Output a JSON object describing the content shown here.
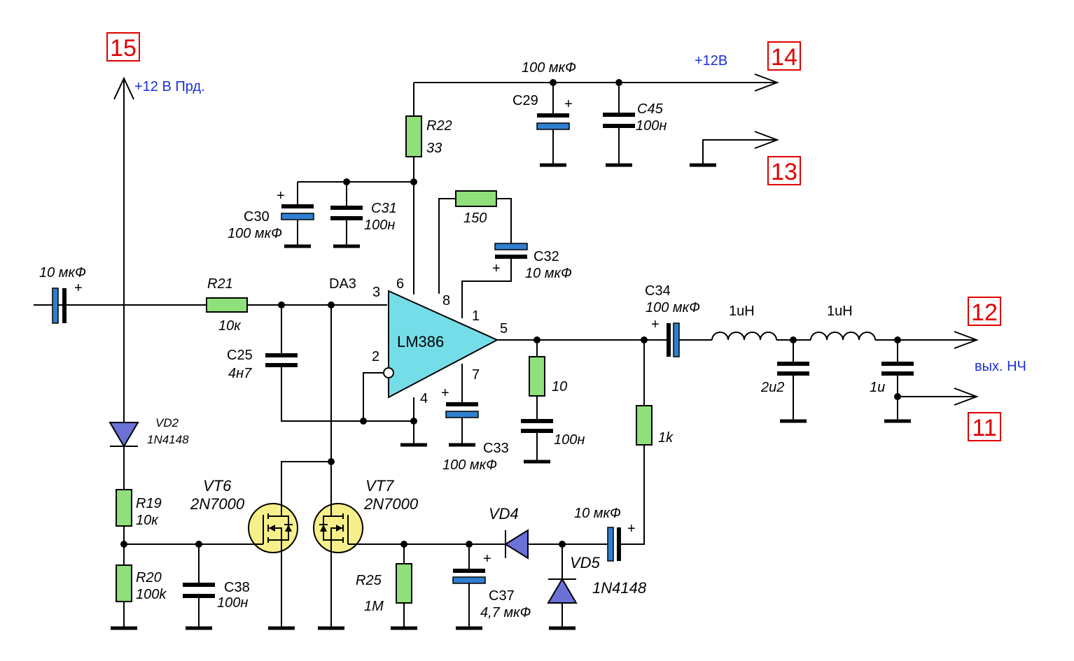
{
  "connectors": {
    "c15": "15",
    "c14": "14",
    "c13": "13",
    "c12": "12",
    "c11": "11"
  },
  "nets": {
    "tx12": "+12 В Прд.",
    "v12": "+12В",
    "out": "вых. НЧ"
  },
  "ic": {
    "ref": "DA3",
    "name": "LM386",
    "pins": [
      "3",
      "6",
      "8",
      "1",
      "5",
      "2",
      "7",
      "4"
    ]
  },
  "components": {
    "cin_val": "10 мкФ",
    "r21_ref": "R21",
    "r21_val": "10к",
    "r22_ref": "R22",
    "r22_val": "33",
    "c29_ref": "C29",
    "c29_val": "100 мкФ",
    "c45_ref": "C45",
    "c45_val": "100н",
    "c30_ref": "C30",
    "c30_val": "100 мкФ",
    "c31_ref": "C31",
    "c31_val": "100н",
    "r150_val": "150",
    "c32_ref": "C32",
    "c32_val": "10 мкФ",
    "c25_ref": "C25",
    "c25_val": "4н7",
    "c33_ref": "C33",
    "c33_val": "100 мкФ",
    "r10_val": "10",
    "c100n_val": "100н",
    "c34_ref": "C34",
    "c34_val": "100 мкФ",
    "l1_val": "1uH",
    "l2_val": "1uH",
    "c2u2_val": "2u2",
    "c1u_val": "1u",
    "r1k_val": "1k",
    "vd2_ref": "VD2",
    "vd2_val": "1N4148",
    "r19_ref": "R19",
    "r19_val": "10к",
    "r20_ref": "R20",
    "r20_val": "100k",
    "c38_ref": "C38",
    "c38_val": "100н",
    "vt6_ref": "VT6",
    "vt6_val": "2N7000",
    "vt7_ref": "VT7",
    "vt7_val": "2N7000",
    "vd4_ref": "VD4",
    "c10u_val": "10 мкФ",
    "vd5_ref": "VD5",
    "vd5_val": "1N4148",
    "r25_ref": "R25",
    "r25_val": "1M",
    "c37_ref": "C37",
    "c37_val": "4,7 мкФ"
  },
  "plus_sign": "+",
  "colors": {
    "wire": "#000000",
    "resistor": "#8fe07a",
    "electrolytic": "#2f7fd0",
    "connector": "#e00000",
    "net_label": "#1a2fd8",
    "opamp": "#74dde8",
    "mosfet": "#f7f08a",
    "diode": "#6a72d8"
  }
}
